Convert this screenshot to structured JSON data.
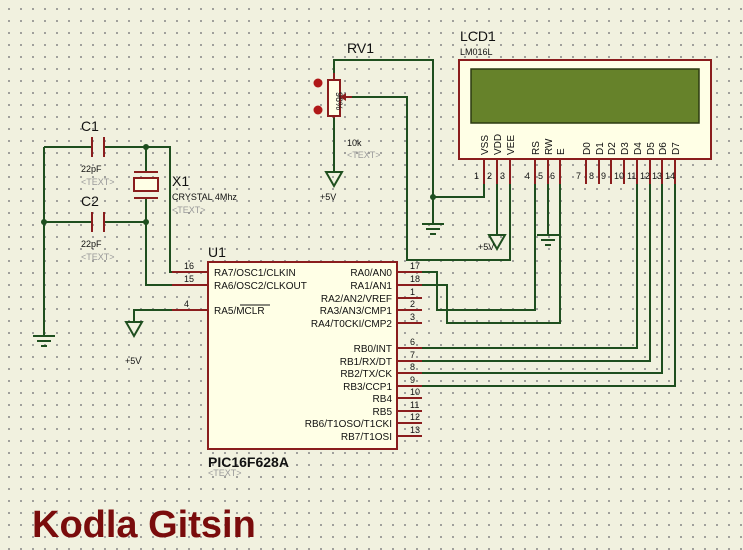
{
  "text_placeholder": "<TEXT>",
  "capacitors": {
    "c1": {
      "ref": "C1",
      "value": "22pF"
    },
    "c2": {
      "ref": "C2",
      "value": "22pF"
    }
  },
  "crystal": {
    "ref": "X1",
    "value": "CRYSTAL 4Mhz"
  },
  "pot": {
    "ref": "RV1",
    "value": "10k",
    "body_label": "96%"
  },
  "lcd": {
    "ref": "LCD1",
    "model": "LM016L",
    "pins": [
      {
        "name": "VSS",
        "num": "1"
      },
      {
        "name": "VDD",
        "num": "2"
      },
      {
        "name": "VEE",
        "num": "3"
      },
      {
        "name": "RS",
        "num": "4"
      },
      {
        "name": "RW",
        "num": "5"
      },
      {
        "name": "E",
        "num": "6"
      },
      {
        "name": "D0",
        "num": "7"
      },
      {
        "name": "D1",
        "num": "8"
      },
      {
        "name": "D2",
        "num": "9"
      },
      {
        "name": "D3",
        "num": "10"
      },
      {
        "name": "D4",
        "num": "11"
      },
      {
        "name": "D5",
        "num": "12"
      },
      {
        "name": "D6",
        "num": "13"
      },
      {
        "name": "D7",
        "num": "14"
      }
    ]
  },
  "mcu": {
    "ref": "U1",
    "part": "PIC16F628A",
    "left_pins": [
      {
        "name": "RA7/OSC1/CLKIN",
        "num": "16"
      },
      {
        "name": "RA6/OSC2/CLKOUT",
        "num": "15"
      },
      {
        "name": "RA5/MCLR",
        "num": "4"
      }
    ],
    "right_pins": [
      {
        "name": "RA0/AN0",
        "num": "17"
      },
      {
        "name": "RA1/AN1",
        "num": "18"
      },
      {
        "name": "RA2/AN2/VREF",
        "num": "1"
      },
      {
        "name": "RA3/AN3/CMP1",
        "num": "2"
      },
      {
        "name": "RA4/T0CKI/CMP2",
        "num": "3"
      },
      {
        "name": "RB0/INT",
        "num": "6"
      },
      {
        "name": "RB1/RX/DT",
        "num": "7"
      },
      {
        "name": "RB2/TX/CK",
        "num": "8"
      },
      {
        "name": "RB3/CCP1",
        "num": "9"
      },
      {
        "name": "RB4",
        "num": "10"
      },
      {
        "name": "RB5",
        "num": "11"
      },
      {
        "name": "RB6/T1OSO/T1CKI",
        "num": "12"
      },
      {
        "name": "RB7/T1OSI",
        "num": "13"
      }
    ]
  },
  "power": {
    "pot_supply": "+5V",
    "lcd_supply": "+5V",
    "mclr_supply": "+5V"
  },
  "brand": "Kodla Gitsin",
  "colors": {
    "background": "#f1f1df",
    "wire": "#1f4f1f",
    "component": "#8a1d1d",
    "component_fill": "#ffffe6",
    "lcd_screen": "#66822a",
    "brand": "#7a0c0c"
  }
}
